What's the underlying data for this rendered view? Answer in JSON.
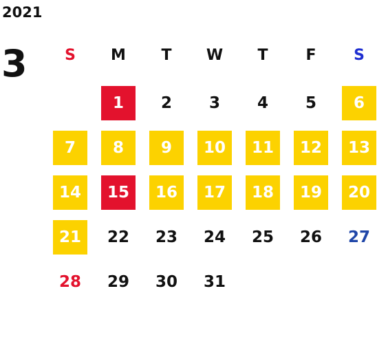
{
  "calendar": {
    "year": "2021",
    "month": "3",
    "weekdays": [
      {
        "label": "S",
        "color": "#e3122d"
      },
      {
        "label": "M",
        "color": "#111111"
      },
      {
        "label": "T",
        "color": "#111111"
      },
      {
        "label": "W",
        "color": "#111111"
      },
      {
        "label": "T",
        "color": "#111111"
      },
      {
        "label": "F",
        "color": "#111111"
      },
      {
        "label": "S",
        "color": "#1f2fd1"
      }
    ],
    "colors": {
      "holiday_bg": "#e3122d",
      "highlight_bg": "#fcd200",
      "saturday_text": "#1f46a8",
      "sunday_text": "#e3122d",
      "default_text": "#111111"
    },
    "days": [
      {
        "day": "1",
        "style": "holiday"
      },
      {
        "day": "2",
        "style": "plain"
      },
      {
        "day": "3",
        "style": "plain"
      },
      {
        "day": "4",
        "style": "plain"
      },
      {
        "day": "5",
        "style": "plain"
      },
      {
        "day": "6",
        "style": "highlight"
      },
      {
        "day": "7",
        "style": "highlight"
      },
      {
        "day": "8",
        "style": "highlight"
      },
      {
        "day": "9",
        "style": "highlight"
      },
      {
        "day": "10",
        "style": "highlight"
      },
      {
        "day": "11",
        "style": "highlight"
      },
      {
        "day": "12",
        "style": "highlight"
      },
      {
        "day": "13",
        "style": "highlight"
      },
      {
        "day": "14",
        "style": "highlight"
      },
      {
        "day": "15",
        "style": "holiday"
      },
      {
        "day": "16",
        "style": "highlight"
      },
      {
        "day": "17",
        "style": "highlight"
      },
      {
        "day": "18",
        "style": "highlight"
      },
      {
        "day": "19",
        "style": "highlight"
      },
      {
        "day": "20",
        "style": "highlight"
      },
      {
        "day": "21",
        "style": "highlight"
      },
      {
        "day": "22",
        "style": "plain"
      },
      {
        "day": "23",
        "style": "plain"
      },
      {
        "day": "24",
        "style": "plain"
      },
      {
        "day": "25",
        "style": "plain"
      },
      {
        "day": "26",
        "style": "plain"
      },
      {
        "day": "27",
        "style": "sat"
      },
      {
        "day": "28",
        "style": "sun"
      },
      {
        "day": "29",
        "style": "plain"
      },
      {
        "day": "30",
        "style": "plain"
      },
      {
        "day": "31",
        "style": "plain"
      }
    ]
  }
}
